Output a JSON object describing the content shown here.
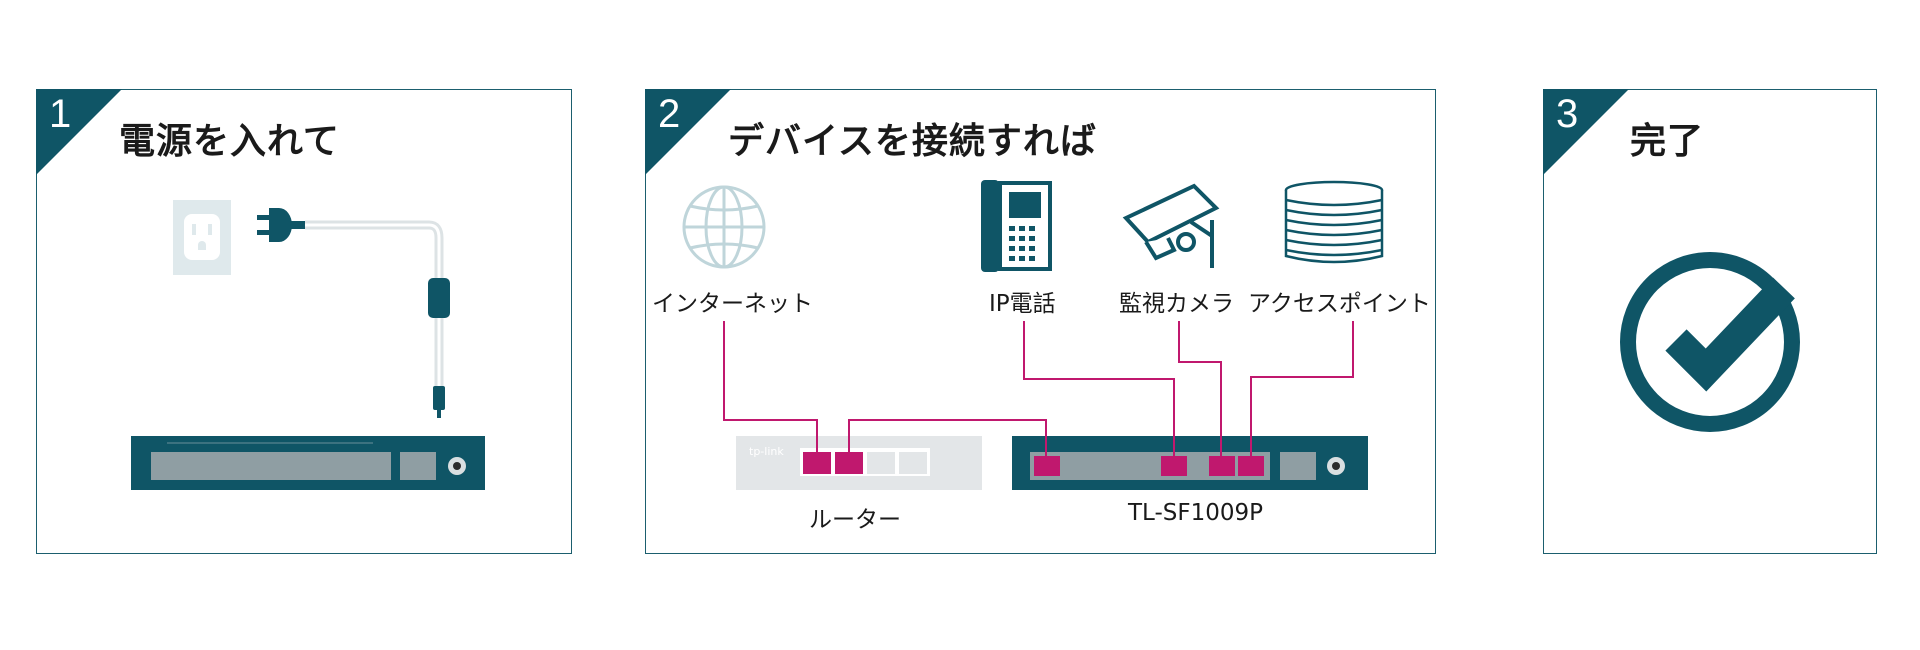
{
  "colors": {
    "teal": "#0f5566",
    "port_dark": "#2b2b2b",
    "link": "#c0186e",
    "router_gray": "#e3e6e8",
    "outlet": "#dfe9ec",
    "globe": "#bfd5da"
  },
  "steps": [
    {
      "number": "1",
      "title": "電源を入れて",
      "icon": "power-outlet-plug-icon"
    },
    {
      "number": "2",
      "title": "デバイスを接続すれば",
      "icon": "network-connection-icon"
    },
    {
      "number": "3",
      "title": "完了",
      "icon": "check-circle-icon"
    }
  ],
  "devices": {
    "internet": "インターネット",
    "ip_phone": "IP電話",
    "camera": "監視カメラ",
    "access_point": "アクセスポイント",
    "router": "ルーター",
    "switch": "TL-SF1009P",
    "router_brand": "tp-link"
  }
}
